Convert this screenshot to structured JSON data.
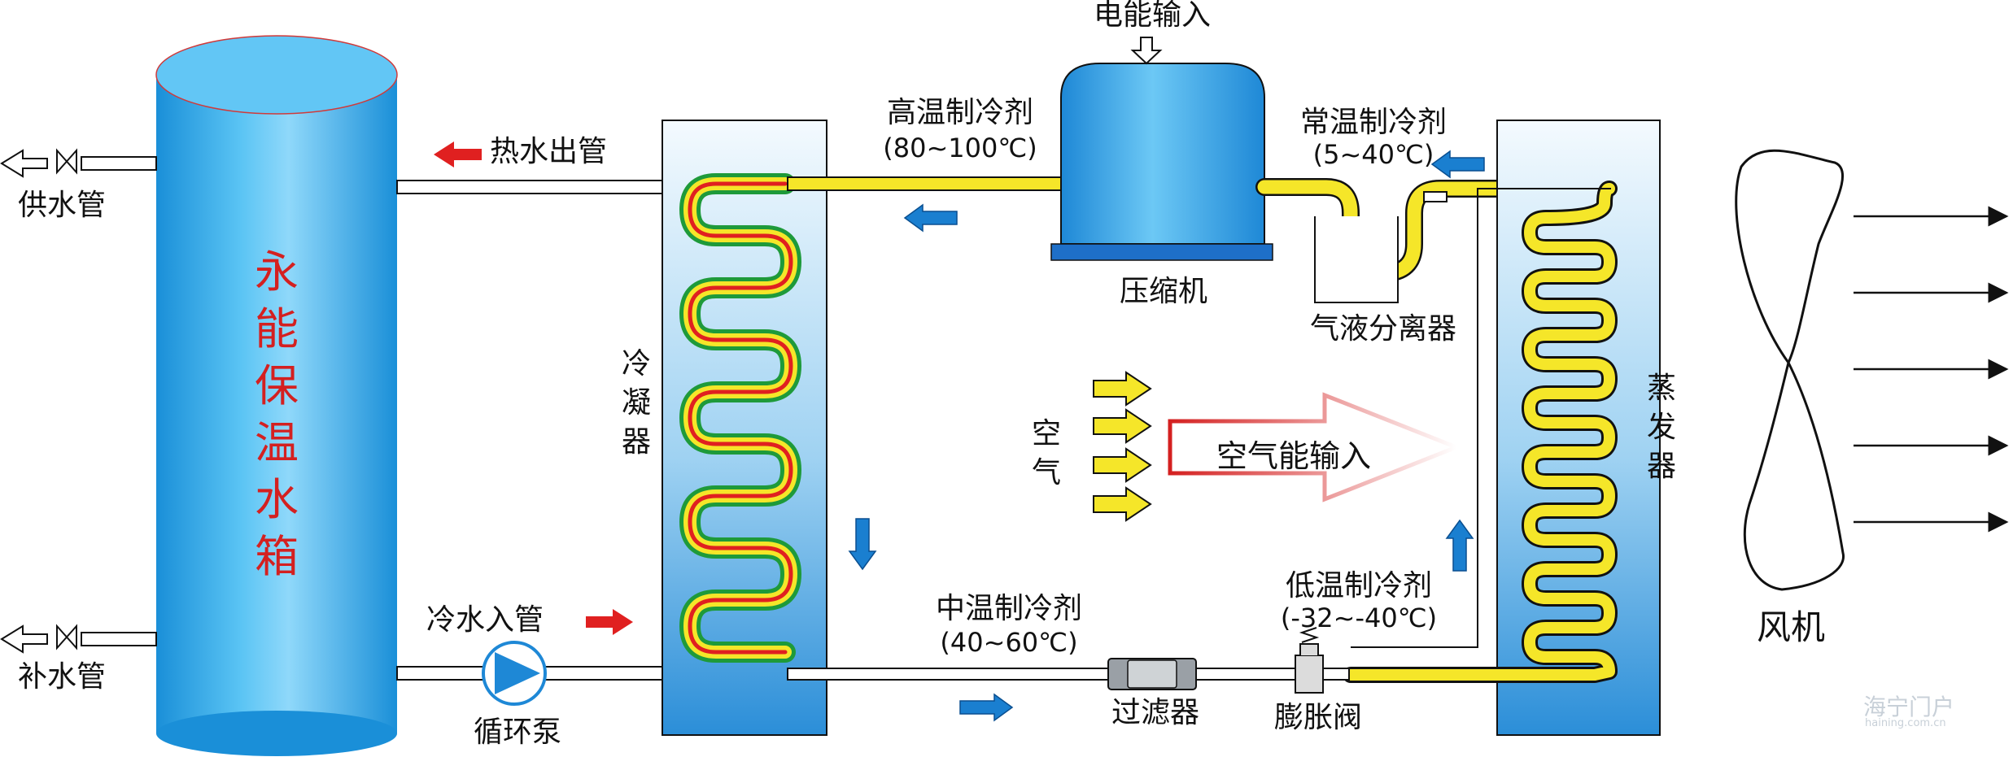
{
  "labels": {
    "electric_input": "电能输入",
    "compressor": "压缩机",
    "high_temp_refrigerant": "高温制冷剂",
    "high_temp_range": "(80~100℃)",
    "normal_temp_refrigerant": "常温制冷剂",
    "normal_temp_range": "(5~40℃)",
    "gas_liquid_separator": "气液分离器",
    "hot_water_outlet": "热水出管",
    "supply_pipe": "供水管",
    "makeup_pipe": "补水管",
    "cold_water_inlet": "冷水入管",
    "circulation_pump": "循环泵",
    "condenser": "冷凝器",
    "evaporator": "蒸发器",
    "air": "空气",
    "air_energy_input": "空气能输入",
    "mid_temp_refrigerant": "中温制冷剂",
    "mid_temp_range": "(40~60℃)",
    "low_temp_refrigerant": "低温制冷剂",
    "low_temp_range": "(-32~-40℃)",
    "filter": "过滤器",
    "expansion_valve": "膨胀阀",
    "fan": "风机",
    "tank_title": "永能保温水箱",
    "watermark": "海宁门户",
    "watermark_sub": "haining.com.cn"
  },
  "colors": {
    "tank_blue": "#1e9be0",
    "refrigerant_yellow": "#f5e629",
    "coil_red": "#e02020",
    "coil_green": "#1e9a3a",
    "flow_arrow_blue": "#1a7fd0",
    "hot_arrow_red": "#e02020",
    "air_arrow_yellow": "#f5e629",
    "tank_title_red": "#d42020"
  }
}
